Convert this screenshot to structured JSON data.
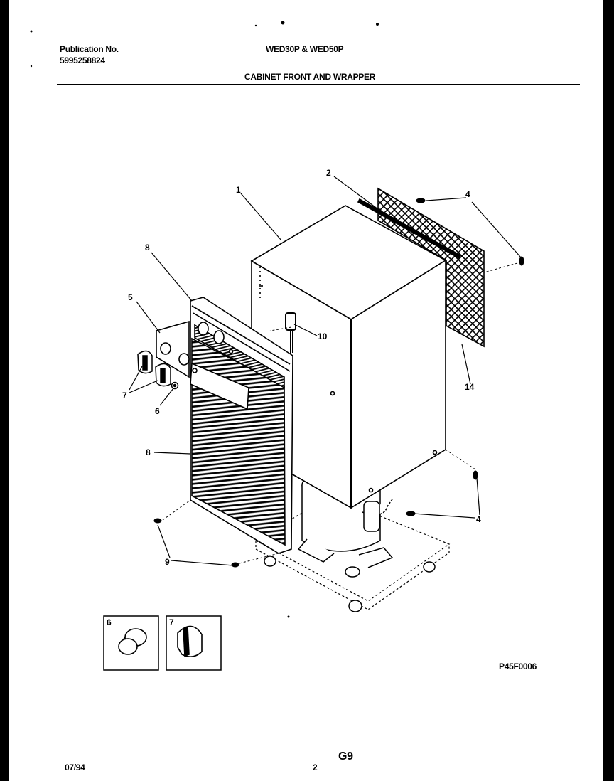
{
  "header": {
    "publication_label": "Publication No.",
    "publication_number": "5995258824",
    "model": "WED30P & WED50P",
    "title": "CABINET FRONT AND WRAPPER"
  },
  "callouts": {
    "c1": "1",
    "c2": "2",
    "c4a": "4",
    "c4b": "4",
    "c5": "5",
    "c6": "6",
    "c7": "7",
    "c8a": "8",
    "c8b": "8",
    "c9": "9",
    "c10": "10",
    "c14": "14"
  },
  "insets": {
    "knob_6_label": "6",
    "knob_7_label": "7"
  },
  "figure_code": "P45F0006",
  "footer": {
    "date": "07/94",
    "page_number": "2",
    "section_code": "G9"
  }
}
